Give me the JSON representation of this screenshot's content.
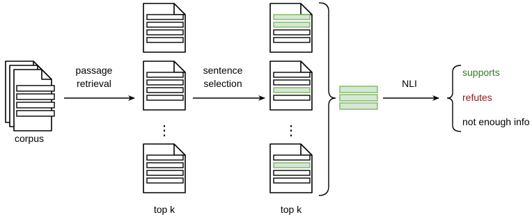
{
  "labels": {
    "corpus": "corpus",
    "passage_retrieval_line1": "passage",
    "passage_retrieval_line2": "retrieval",
    "sentence_selection_line1": "sentence",
    "sentence_selection_line2": "selection",
    "top_k_first": "top k",
    "top_k_second": "top k",
    "nli": "NLI"
  },
  "outcomes": [
    {
      "label": "supports",
      "color": "#2e7d1f"
    },
    {
      "label": "refutes",
      "color": "#8b1a1a"
    },
    {
      "label": "not enough info",
      "color": "#000000"
    }
  ],
  "ellipsis": "⋮",
  "colors": {
    "highlight_fill": "#d5e8d4",
    "highlight_stroke": "#82b366"
  }
}
